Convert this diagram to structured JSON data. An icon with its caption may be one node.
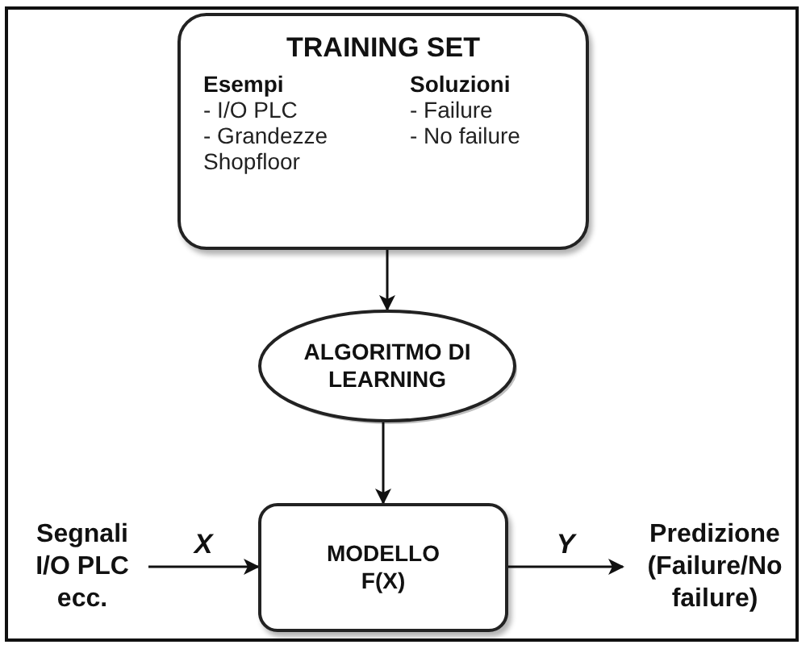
{
  "diagram": {
    "nodes": [
      {
        "text": [
          "TRAINING SET",
          "Esempi",
          "- I/O PLC",
          "- Grandezze Shopfloor",
          "Soluzioni",
          "- Failure",
          "- No failure"
        ]
      },
      {
        "text": [
          "ALGORITMO DI LEARNING"
        ]
      },
      {
        "text": [
          "Segnali I/O PLC ecc."
        ]
      },
      {
        "text": [
          "MODELLO F(X)"
        ]
      },
      {
        "text": [
          "Predizione (Failure/No failure)"
        ]
      }
    ],
    "edges": [
      {
        "from": 0,
        "to": 1,
        "arrow": "to"
      },
      {
        "from": 1,
        "to": 3,
        "arrow": "to"
      },
      {
        "from": 2,
        "to": 3,
        "arrow": "to",
        "label": "X"
      },
      {
        "from": 3,
        "to": 4,
        "arrow": "to",
        "label": "Y"
      }
    ]
  }
}
